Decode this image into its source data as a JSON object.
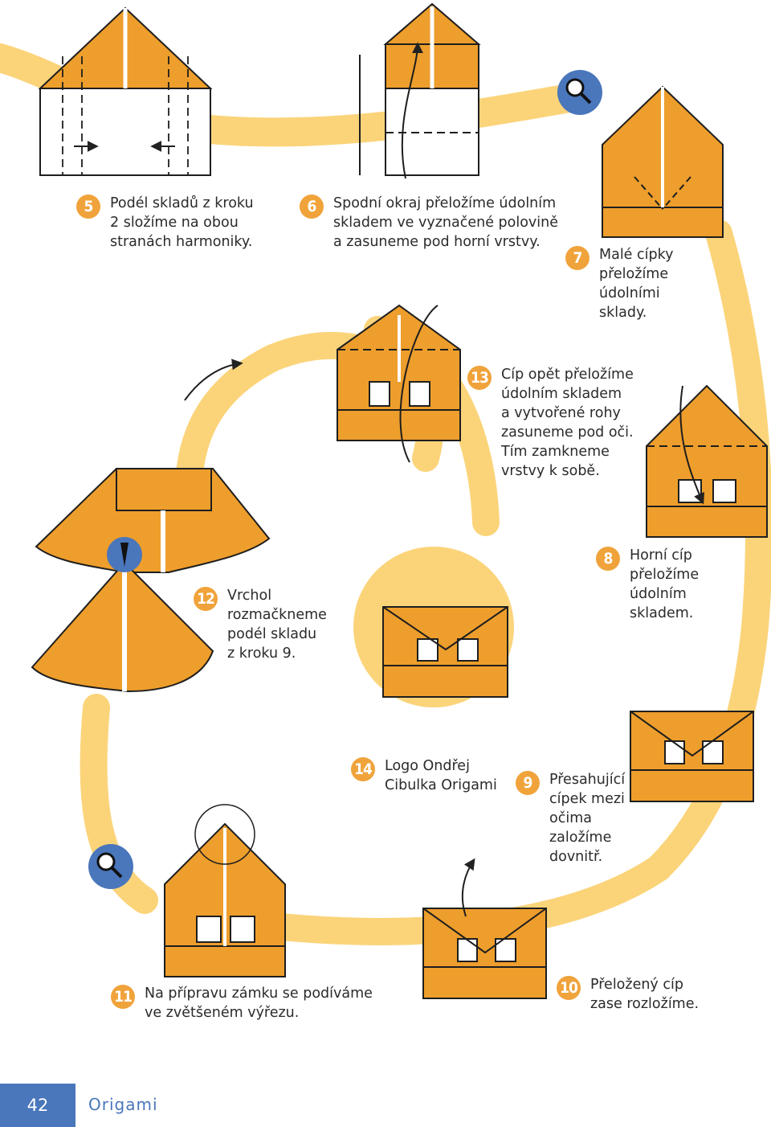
{
  "colors": {
    "paper_orange": "#ee9e2c",
    "path_yellow": "#fbd47a",
    "badge_orange": "#f0a33b",
    "accent_blue": "#4a76bb"
  },
  "steps": [
    {
      "number": "5",
      "text": "Podél skladů z kroku\n2 složíme na obou\nstranách harmoniky."
    },
    {
      "number": "6",
      "text": "Spodní okraj přeložíme údolním\nskladem ve vyznačené polovině\na zasuneme pod horní vrstvy."
    },
    {
      "number": "7",
      "text": "Malé cípky\npřeložíme\núdolními\nsklady."
    },
    {
      "number": "8",
      "text": "Horní cíp\npřeložíme\núdolním\nskladem."
    },
    {
      "number": "9",
      "text": "Přesahující\ncípek mezi\nočima\nzaložíme\ndovnitř."
    },
    {
      "number": "10",
      "text": "Přeložený cíp\nzase rozložíme."
    },
    {
      "number": "11",
      "text": "Na přípravu zámku se podíváme\nve zvětšeném výřezu."
    },
    {
      "number": "12",
      "text": "Vrchol\nrozmačkneme\npodél skladu\nz kroku 9."
    },
    {
      "number": "13",
      "text": "Cíp opět přeložíme\núdolním skladem\na vytvořené rohy\nzasuneme pod oči.\nTím zamkneme\nvrstvy k sobě."
    },
    {
      "number": "14",
      "text": "Logo Ondřej\nCibulka Origami"
    }
  ],
  "icons": [
    "magnifier-icon",
    "magnifier-icon"
  ],
  "footer": {
    "page_number": "42",
    "section_title": "Origami"
  }
}
